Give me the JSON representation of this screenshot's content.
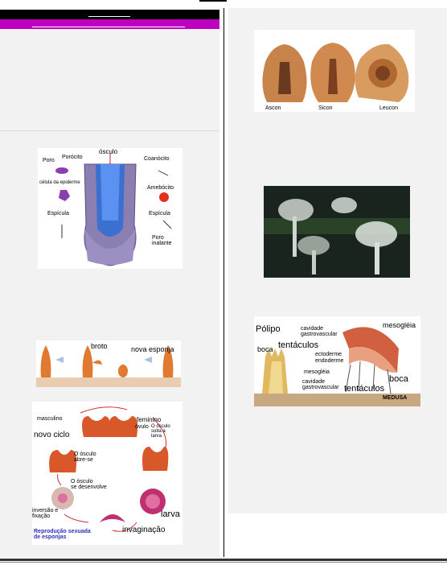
{
  "sponge_anatomy": {
    "labels": {
      "poro": "Poro",
      "porocito": "Porócito",
      "osculo": "ósculo",
      "coanocito": "Coanócito",
      "celula_epiderme": "célula da epiderme",
      "amebocito": "Amebócito",
      "espicula_left": "Espícula",
      "espicula_right": "Espícula",
      "poro_inalante": "Poro\ninalante"
    }
  },
  "budding": {
    "broto": "broto",
    "nova_esponja": "nova esponja"
  },
  "sexual_repro": {
    "masculino": "masculino",
    "feminino": "feminino",
    "ovulo": "óvulo",
    "osculo_solta": "O ósculo\nsolta a\nlarva",
    "novo_ciclo": "novo ciclo",
    "osculo_abre": "O ósculo\nabre-se",
    "osculo_desenvolve": "O ósculo\nse desenvolve",
    "inversao": "inversão e\nfixação",
    "larva": "larva",
    "invaginacao": "invaginação",
    "caption": "Reprodução sexuada\nde esponjas"
  },
  "sponge_types": {
    "ascon": "Ascon",
    "sicon": "Sicon",
    "leucon": "Leucon"
  },
  "cnidaria": {
    "polipo": "Pólipo",
    "cavidade_top": "cavidade\ngastrovascular",
    "mesogleia_top": "mesogléia",
    "ectoderme": "ectoderme",
    "endoderme": "endoderme",
    "boca_left": "boca",
    "tentaculos_left": "tentáculos",
    "mesogleia_left": "mesogléia",
    "cavidade_bottom": "cavidade\ngastrovascular",
    "boca_right": "boca",
    "tentaculos_right": "tentáculos",
    "medusa": "MEDUSA"
  }
}
